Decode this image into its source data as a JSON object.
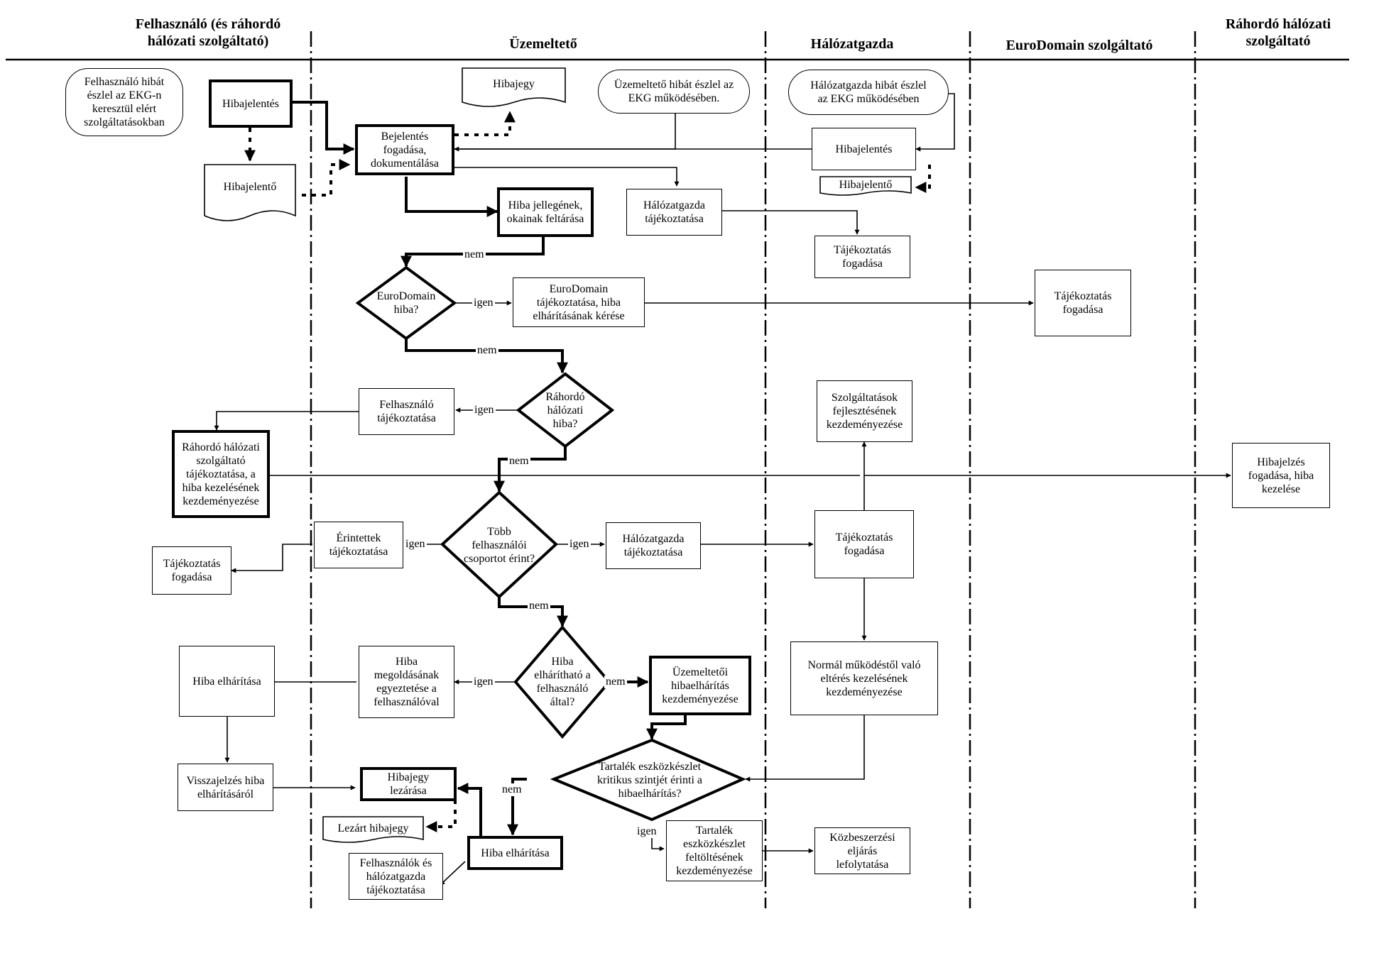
{
  "lanes": {
    "user": "Felhasználó (és ráhordó\nhálózati szolgáltató)",
    "operator": "Üzemeltető",
    "owner": "Hálózatgazda",
    "eurodomain": "EuroDomain szolgáltató",
    "carrier": "Ráhordó hálózati\nszolgáltató"
  },
  "nodes": {
    "user_detects": "Felhasználó hibát\nészlel az EKG-n\nkeresztül elért\nszolgáltatásokban",
    "user_report": "Hibajelentés",
    "user_report_doc": "Hibajelentő",
    "ticket_doc": "Hibajegy",
    "receive_report": "Bejelentés\nfogadása,\ndokumentálása",
    "operator_detects": "Üzemeltető hibát észlel az\nEKG működésében.",
    "owner_detects": "Hálózatgazda hibát észlel\naz EKG működésében",
    "owner_report": "Hibajelentés",
    "owner_report_doc": "Hibajelentő",
    "investigate": "Hiba jellegének,\nokainak feltárása",
    "inform_owner_1": "Hálózatgazda\ntájékoztatása",
    "owner_receive_1": "Tájékoztatás\nfogadása",
    "eurodomain_q": "EuroDomain\nhiba?",
    "eurodomain_inform": "EuroDomain\ntájékoztatása, hiba\nelhárításának kérése",
    "eurodomain_receive": "Tájékoztatás\nfogadása",
    "carrier_q": "Ráhordó\nhálózati\nhiba?",
    "inform_user": "Felhasználó\ntájékoztatása",
    "carrier_inform": "Ráhordó hálózati\nszolgáltató\ntájékoztatása, a\nhiba kezelésének\nkezdeményezése",
    "service_dev": "Szolgáltatások\nfejlesztésének\nkezdeményezése",
    "carrier_receive": "Hibajelzés\nfogadása, hiba\nkezelése",
    "multi_q": "Több\nfelhasználói\ncsoportot érint?",
    "inform_affected": "Érintettek\ntájékoztatása",
    "user_receive": "Tájékoztatás\nfogadása",
    "inform_owner_2": "Hálózatgazda\ntájékoztatása",
    "owner_receive_2": "Tájékoztatás\nfogadása",
    "user_fix_q": "Hiba\nelhárítható a\nfelhasználó\náltal?",
    "agree_solution": "Hiba\nmegoldásának\negyeztetése a\nfelhasználóval",
    "user_fix": "Hiba elhárítása",
    "operator_fix_init": "Üzemeltetői\nhibaelhárítás\nkezdeményezése",
    "deviation": "Normál működéstől való\neltérés kezelésének\nkezdeményezése",
    "spare_q": "Tartalék eszközkészlet\nkritikus szintjét érinti a\nhibaelhárítás?",
    "feedback": "Visszajelzés hiba\nelhárításáról",
    "close_ticket": "Hibajegy\nlezárása",
    "closed_ticket_doc": "Lezárt hibajegy",
    "fix": "Hiba elhárítása",
    "inform_users_owner": "Felhasználók és\nhálózatgazda\ntájékoztatása",
    "spare_refill": "Tartalék\neszközkészlet\nfeltöltésének\nkezdeményezése",
    "procurement": "Közbeszerzési\neljárás\nlefolytatása"
  },
  "labels": {
    "no_1": "nem",
    "yes_1": "igen",
    "no_2": "nem",
    "yes_2": "igen",
    "no_3": "nem",
    "yes_3": "igen",
    "yes_4": "igen",
    "no_4": "nem",
    "yes_5": "igen",
    "no_5": "nem",
    "no_6": "nem",
    "yes_6": "igen"
  }
}
